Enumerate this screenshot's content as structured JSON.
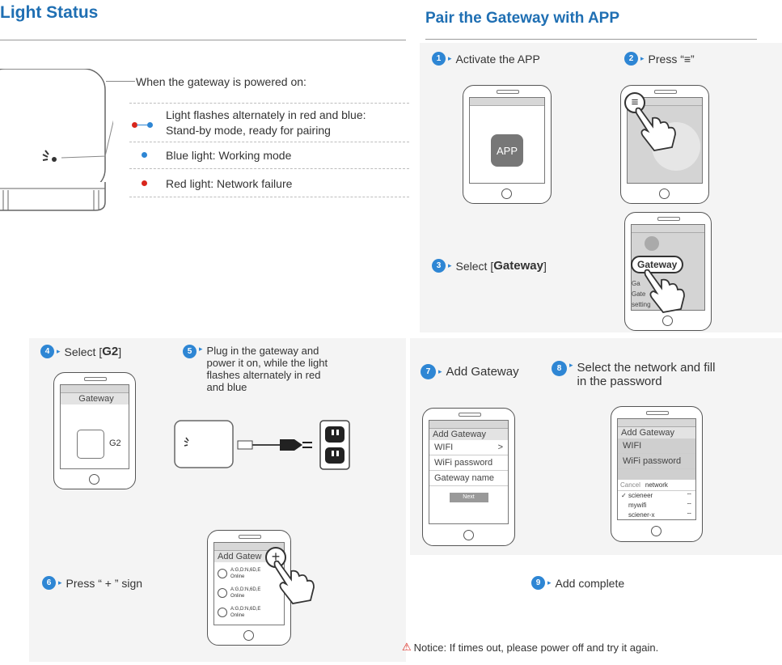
{
  "light_status": {
    "title": "Light Status",
    "powered_on": "When the gateway is powered on:",
    "flash_line1": "Light flashes alternately in red and blue:",
    "flash_line2": "Stand-by mode, ready for pairing",
    "blue": "Blue light: Working mode",
    "red": "Red light: Network failure"
  },
  "pair": {
    "title": "Pair the Gateway with APP",
    "s1_num": "1",
    "s1": "Activate the APP",
    "s2_num": "2",
    "s2": "Press “≡”",
    "s3_num": "3",
    "s3": "Select [",
    "s3_bold": "Gateway",
    "s3_end": "]",
    "app_icon": "APP",
    "s3_menu_item": "Gateway",
    "s3_menu_rows": [
      "Ga",
      "Gate",
      "setting"
    ]
  },
  "steps": {
    "s4_num": "4",
    "s4": "Select [",
    "s4_bold": "G2",
    "s4_end": "]",
    "s4_title": "Gateway",
    "s4_device": "G2",
    "s5_num": "5",
    "s5_line1": "Plug in the gateway and",
    "s5_line2": "power it on, while the light",
    "s5_line3": "flashes alternately in red",
    "s5_line4": "and blue",
    "s6_num": "6",
    "s6": "Press “ + ” sign",
    "s6_title": "Add Gatew",
    "s6_items": [
      "A:G,D:N,6D,E",
      "A:G,D:N,6D,E",
      "A:G,D:N,6D,E"
    ],
    "s6_item_sub": "Online",
    "s7_num": "7",
    "s7": "Add Gateway",
    "s7_title": "Add Gateway",
    "s7_wifi": "WIFI",
    "s7_chevron": ">",
    "s7_pwd": "WiFi password",
    "s7_name": "Gateway name",
    "s7_next": "Next",
    "s8_num": "8",
    "s8_line1": "Select the network and fill",
    "s8_line2": "in the password",
    "s8_title": "Add Gateway",
    "s8_wifi": "WIFI",
    "s8_pwd": "WiFi password",
    "s8_cancel": "Cancel",
    "s8_network": "network",
    "s8_nets": [
      "scieneer",
      "mywifi",
      "sciener-x"
    ],
    "s8_nets_check": "✓",
    "s9_num": "9",
    "s9": "Add complete",
    "notice_icon": "⚠",
    "notice": "Notice: If times out, please power off and try it again."
  },
  "colors": {
    "accent": "#2e86d4",
    "heading": "#1f6fb3",
    "red": "#d9261c",
    "blue": "#2e86d4"
  }
}
